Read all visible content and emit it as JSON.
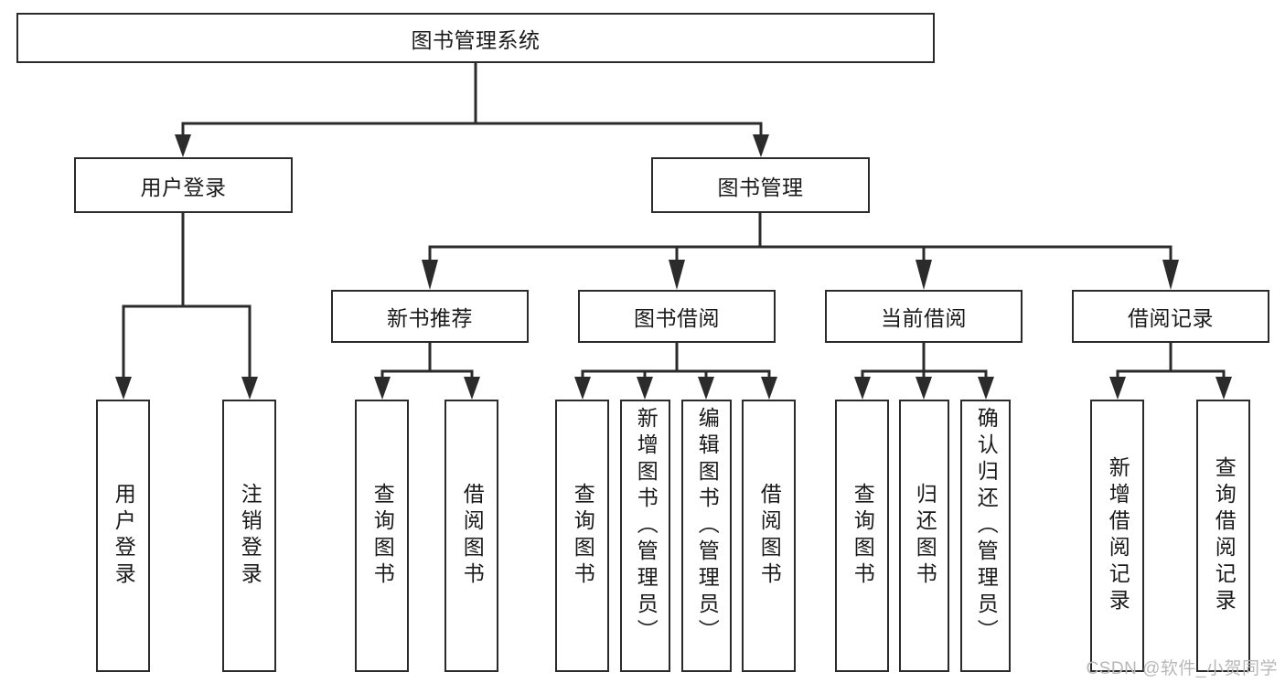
{
  "diagram": {
    "title": "图书管理系统",
    "type": "tree-hierarchy-diagram",
    "colors": {
      "box_border": "#2b2b2b",
      "box_fill": "#ffffff",
      "connector": "#2b2b2b",
      "text": "#1a1a1a",
      "watermark": "#b8b8b8",
      "background": "#ffffff"
    },
    "root": {
      "label": "图书管理系统"
    },
    "level2": [
      {
        "key": "user_login",
        "label": "用户登录"
      },
      {
        "key": "book_manage",
        "label": "图书管理"
      }
    ],
    "level3": [
      {
        "key": "new_book_rec",
        "label": "新书推荐"
      },
      {
        "key": "book_borrow",
        "label": "图书借阅"
      },
      {
        "key": "current_borrow",
        "label": "当前借阅"
      },
      {
        "key": "borrow_record",
        "label": "借阅记录"
      }
    ],
    "leaves": {
      "user_login": [
        {
          "label": "用户登录"
        },
        {
          "label": "注销登录"
        }
      ],
      "new_book_rec": [
        {
          "label": "查询图书"
        },
        {
          "label": "借阅图书"
        }
      ],
      "book_borrow": [
        {
          "label": "查询图书"
        },
        {
          "label": "新增图书（管理员）"
        },
        {
          "label": "编辑图书（管理员）"
        },
        {
          "label": "借阅图书"
        }
      ],
      "current_borrow": [
        {
          "label": "查询图书"
        },
        {
          "label": "归还图书"
        },
        {
          "label": "确认归还（管理员）"
        }
      ],
      "borrow_record": [
        {
          "label": "新增借阅记录"
        },
        {
          "label": "查询借阅记录"
        }
      ]
    },
    "watermark": "CSDN @软件_小贺同学"
  }
}
